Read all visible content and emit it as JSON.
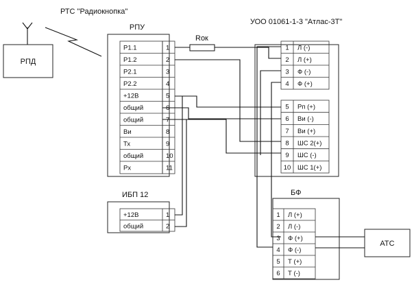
{
  "title_rts": "РТС \"Радиокнопка\"",
  "rpd": {
    "label": "РПД"
  },
  "rpu": {
    "label": "РПУ",
    "rows": [
      {
        "name": "Р1.1",
        "pin": "1"
      },
      {
        "name": "Р1.2",
        "pin": "2"
      },
      {
        "name": "Р2.1",
        "pin": "3"
      },
      {
        "name": "Р2.2",
        "pin": "4"
      },
      {
        "name": "+12В",
        "pin": "5"
      },
      {
        "name": "общий",
        "pin": "6"
      },
      {
        "name": "общий",
        "pin": "7"
      },
      {
        "name": "Ви",
        "pin": "8"
      },
      {
        "name": "Тх",
        "pin": "9"
      },
      {
        "name": "общий",
        "pin": "10"
      },
      {
        "name": "Рх",
        "pin": "11"
      }
    ]
  },
  "resistor": {
    "label": "Rок"
  },
  "uoo": {
    "label": "УОО 01061-1-3 \"Атлас-3Т\"",
    "group1": [
      {
        "pin": "1",
        "name": "Л (-)"
      },
      {
        "pin": "2",
        "name": "Л (+)"
      },
      {
        "pin": "3",
        "name": "Ф (-)"
      },
      {
        "pin": "4",
        "name": "Ф (+)"
      }
    ],
    "group2": [
      {
        "pin": "5",
        "name": "Рп (+)"
      },
      {
        "pin": "6",
        "name": "Ви (-)"
      },
      {
        "pin": "7",
        "name": "Ви (+)"
      },
      {
        "pin": "8",
        "name": "ШС 2(+)"
      },
      {
        "pin": "9",
        "name": "ШС (-)"
      },
      {
        "pin": "10",
        "name": "ШС 1(+)"
      }
    ]
  },
  "ibp": {
    "label": "ИБП 12",
    "rows": [
      {
        "name": "+12В",
        "pin": "1"
      },
      {
        "name": "общий",
        "pin": "2"
      }
    ]
  },
  "bf": {
    "label": "БФ",
    "rows": [
      {
        "pin": "1",
        "name": "Л (+)"
      },
      {
        "pin": "2",
        "name": "Л (-)"
      },
      {
        "pin": "3",
        "name": "Ф (+)"
      },
      {
        "pin": "4",
        "name": "Ф (-)"
      },
      {
        "pin": "5",
        "name": "Т (+)"
      },
      {
        "pin": "6",
        "name": "Т (-)"
      }
    ]
  },
  "ats": {
    "label": "АТС"
  }
}
